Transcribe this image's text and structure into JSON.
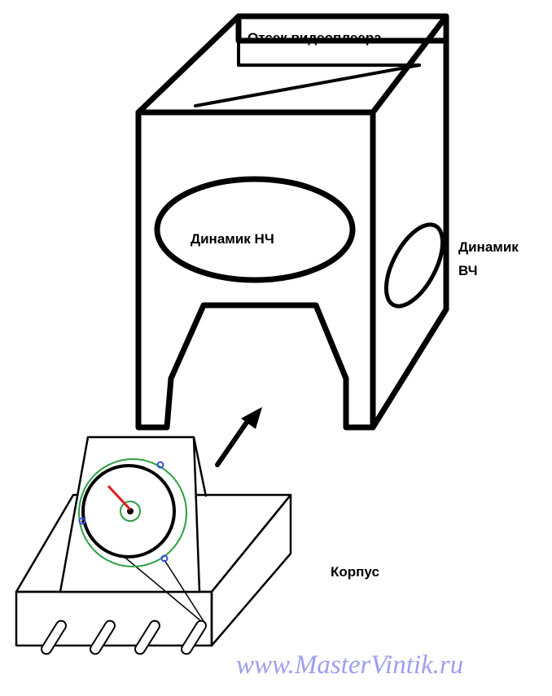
{
  "labels": {
    "player_bay": "Отсек видеоплеера",
    "woofer": "Динамик НЧ",
    "tweeter_line1": "Динамик",
    "tweeter_line2": "ВЧ",
    "housing": "Корпус"
  },
  "watermark": "www.MasterVintik.ru",
  "colors": {
    "line": "#000000",
    "accent_red": "#e21b1b",
    "accent_green": "#2ea043",
    "accent_blue": "#3b4fe0",
    "watermark": "#9d9ff0"
  }
}
